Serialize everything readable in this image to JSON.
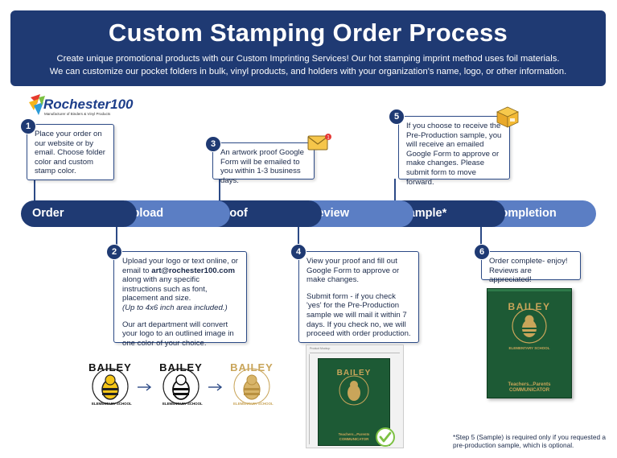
{
  "header": {
    "title": "Custom Stamping Order Process",
    "subtitle_1": "Create unique promotional products with our Custom Imprinting Services! Our hot stamping imprint method uses foil materials.",
    "subtitle_2": "We can customize our pocket folders in bulk, vinyl products, and holders with your organization's name, logo, or other information."
  },
  "logo": {
    "name": "Rochester100",
    "tagline": "Manufacturer of Binders & Vinyl Products"
  },
  "timeline": [
    "Order",
    "Upload",
    "Proof",
    "Review",
    "Sample*",
    "Completion"
  ],
  "steps": {
    "s1": {
      "num": "1",
      "text": "Place your order on our website or by email. Choose folder color and custom stamp color."
    },
    "s2": {
      "num": "2",
      "line_a": "Upload your logo or text online, or email to ",
      "email": "art@rochester100.com",
      "line_b": " along with any specific instructions such as font, placement and size.",
      "italic": "(Up to 4x6 inch area included.)",
      "para2": "Our art department will convert your logo to an outlined image in one color of your choice."
    },
    "s3": {
      "num": "3",
      "text": "An artwork proof Google Form will be emailed to you within 1-3 business days."
    },
    "s4": {
      "num": "4",
      "para1": "View your proof and fill out Google Form to approve or make changes.",
      "para2": "Submit form - if you check 'yes' for the Pre-Production sample we will mail it within 7 days. If you check no, we will proceed with order production."
    },
    "s5": {
      "num": "5",
      "text": "If you choose to receive the Pre-Production sample, you will receive an emailed Google Form to approve or make changes. Please submit form to move forward."
    },
    "s6": {
      "num": "6",
      "text": "Order complete- enjoy! Reviews are appreciated!"
    }
  },
  "logo_art": {
    "word": "BAILEY",
    "arc": "ELEMENTARY SCHOOL"
  },
  "folder": {
    "word": "BAILEY",
    "arc": "ELEMENTARY SCHOOL",
    "footer_1": "Teachers...Parents",
    "footer_2": "COMMUNICATOR"
  },
  "proof_sheet": {
    "header": "Product Mockup"
  },
  "colors": {
    "navy": "#1f3a73",
    "light_blue": "#5b7ec4",
    "folder_green": "#1d5a35",
    "gold": "#c9a55a"
  },
  "footnote": "*Step 5 (Sample) is required only if you requested a pre-production sample, which is optional.",
  "icons": [
    "envelope-icon",
    "package-icon",
    "checkmark-icon",
    "arrow-right-icon"
  ]
}
